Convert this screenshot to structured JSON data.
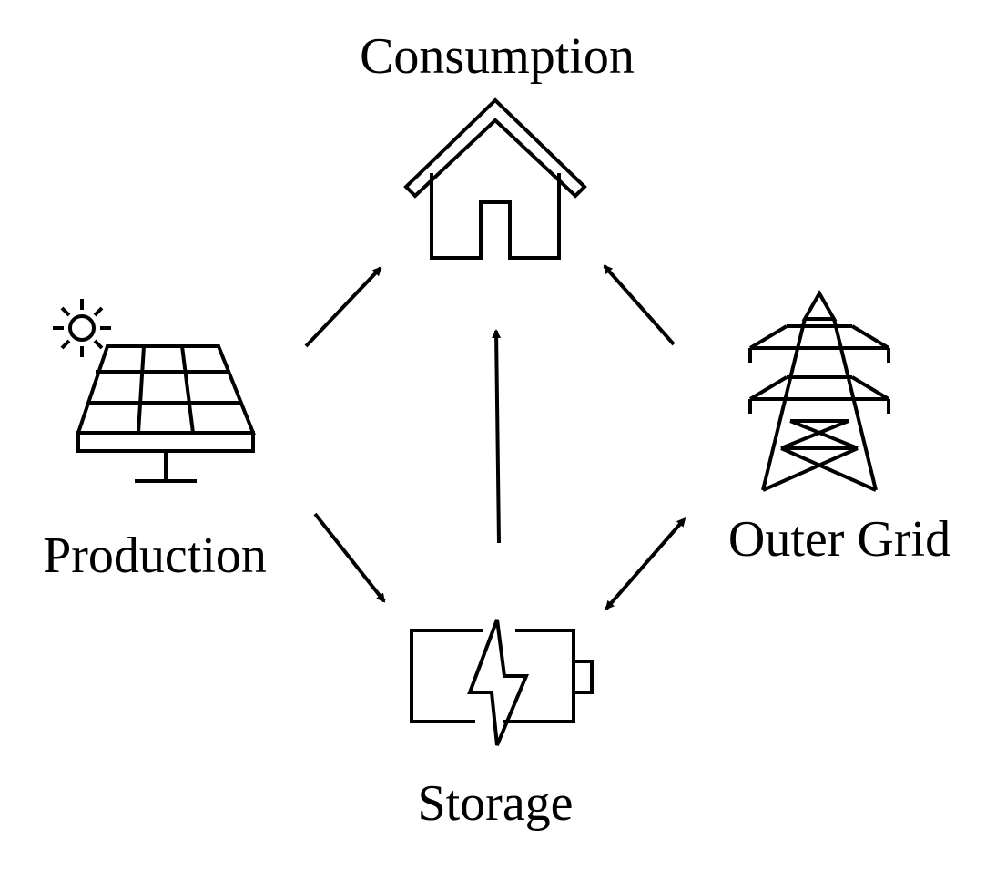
{
  "nodes": {
    "consumption": {
      "label": "Consumption",
      "icon": "house-icon"
    },
    "production": {
      "label": "Production",
      "icon": "solar-panel-icon"
    },
    "storage": {
      "label": "Storage",
      "icon": "battery-charging-icon"
    },
    "outer_grid": {
      "label": "Outer Grid",
      "icon": "power-tower-icon"
    }
  },
  "edges": [
    {
      "from": "Production",
      "to": "Consumption",
      "direction": "one-way"
    },
    {
      "from": "Production",
      "to": "Storage",
      "direction": "one-way"
    },
    {
      "from": "Storage",
      "to": "Consumption",
      "direction": "one-way"
    },
    {
      "from": "Outer Grid",
      "to": "Consumption",
      "direction": "one-way"
    },
    {
      "from": "Outer Grid",
      "to": "Storage",
      "direction": "two-way"
    }
  ],
  "colors": {
    "stroke": "#000000",
    "background": "#ffffff"
  }
}
